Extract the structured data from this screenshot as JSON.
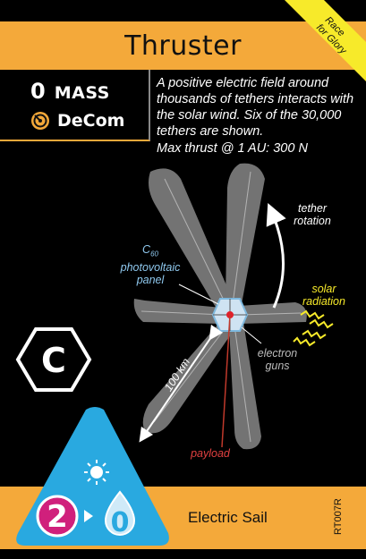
{
  "card": {
    "title": "Thruster",
    "corner_banner": [
      "Race",
      "for Glory"
    ],
    "mass_value": "0",
    "mass_label": "MASS",
    "decom_label": "DeCom",
    "description": "A positive electric field around thousands of tethers interacts with the solar wind. Six of the 30,000 tethers are shown.",
    "max_thrust": "Max thrust @ 1 AU: 300 N",
    "type_symbol": "C",
    "power_requirement": "2",
    "power_output": "0",
    "name": "Electric Sail",
    "card_id": "RT007R"
  },
  "figure": {
    "tether_rotation": [
      "tether",
      "rotation"
    ],
    "panel_label": [
      "C",
      "60",
      "photovoltaic",
      "panel"
    ],
    "solar_radiation": [
      "solar",
      "radiation"
    ],
    "electron_guns": [
      "electron",
      "guns"
    ],
    "scale_label": "100 km",
    "payload": "payload"
  },
  "colors": {
    "accent": "#f4a93a",
    "blue_drop": "#29a9e0",
    "magenta": "#d0207c",
    "yellow": "#f7ea2a"
  },
  "icons": [
    "decom-icon",
    "type-c-hexagon-icon",
    "sun-icon",
    "arrow-right-icon"
  ]
}
